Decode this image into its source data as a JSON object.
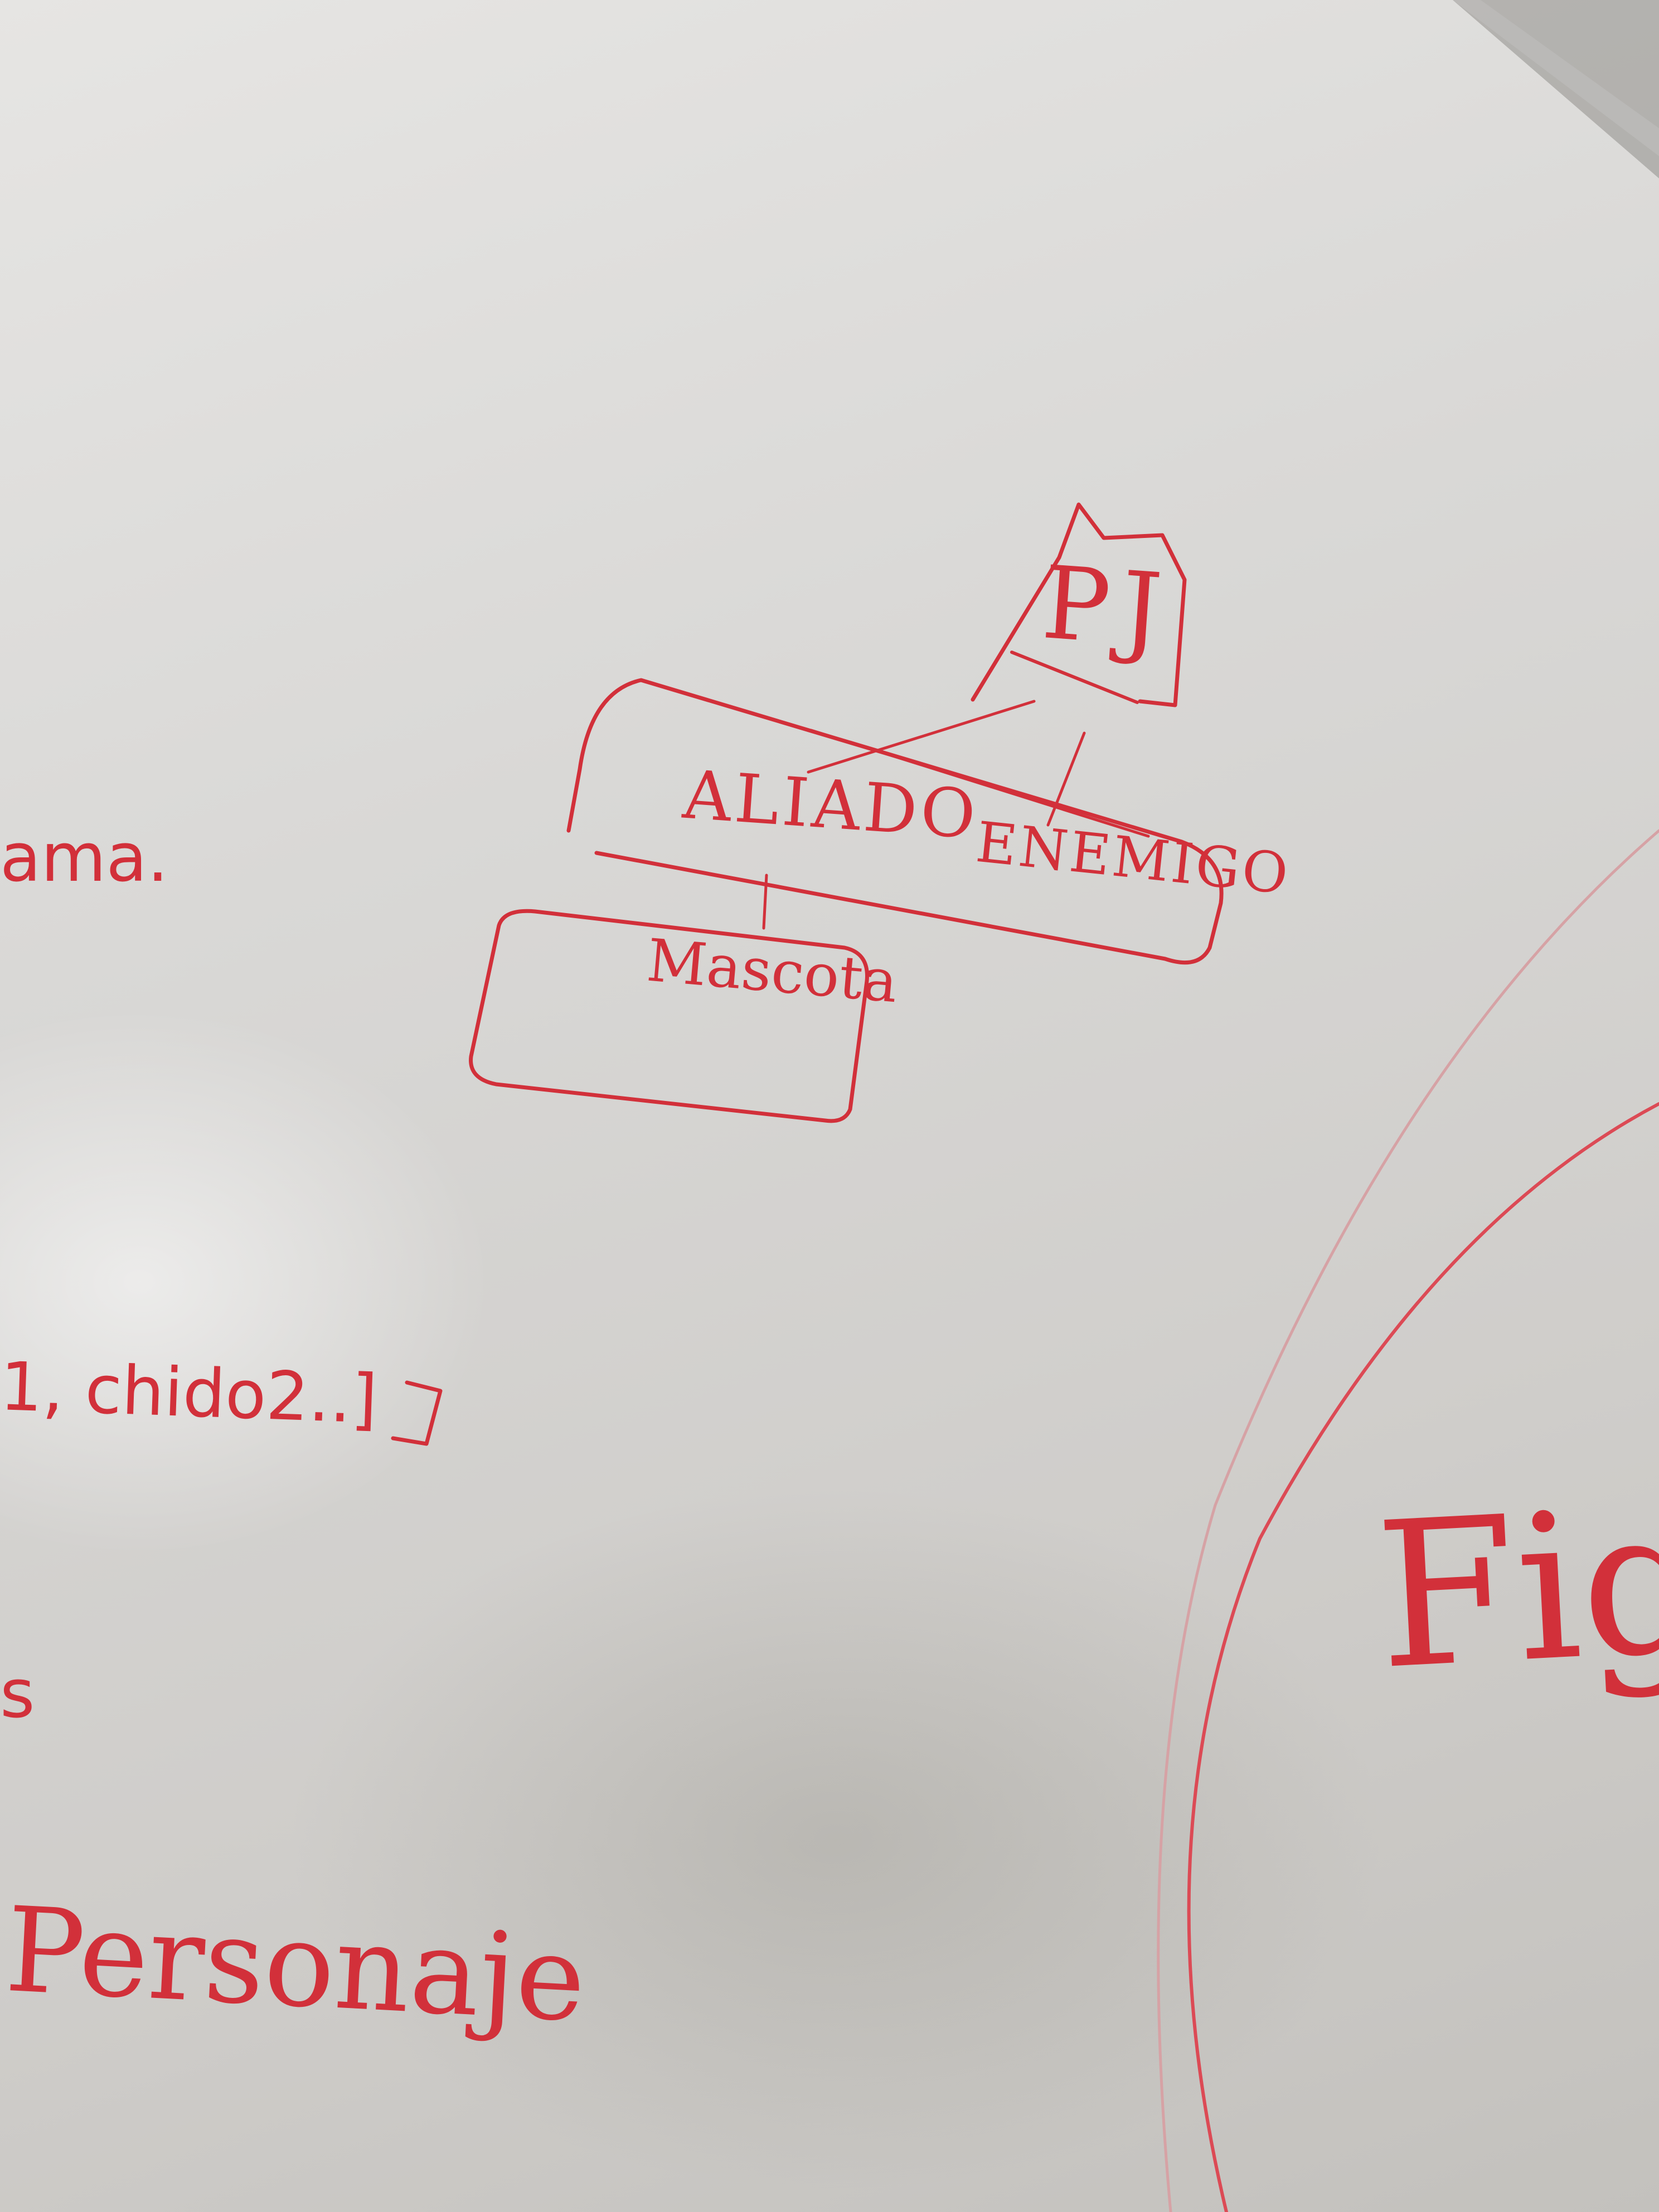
{
  "whiteboard": {
    "ink_color": "#d2303a",
    "diagram": {
      "root": "PJ",
      "children": [
        "ALIADO",
        "ENEMIGO"
      ],
      "grandchild": "Mascota"
    },
    "right_circle_text": "Fight",
    "left_partial_text": [
      "ama.",
      "1, chido2..]",
      "s",
      "Personaje"
    ]
  }
}
